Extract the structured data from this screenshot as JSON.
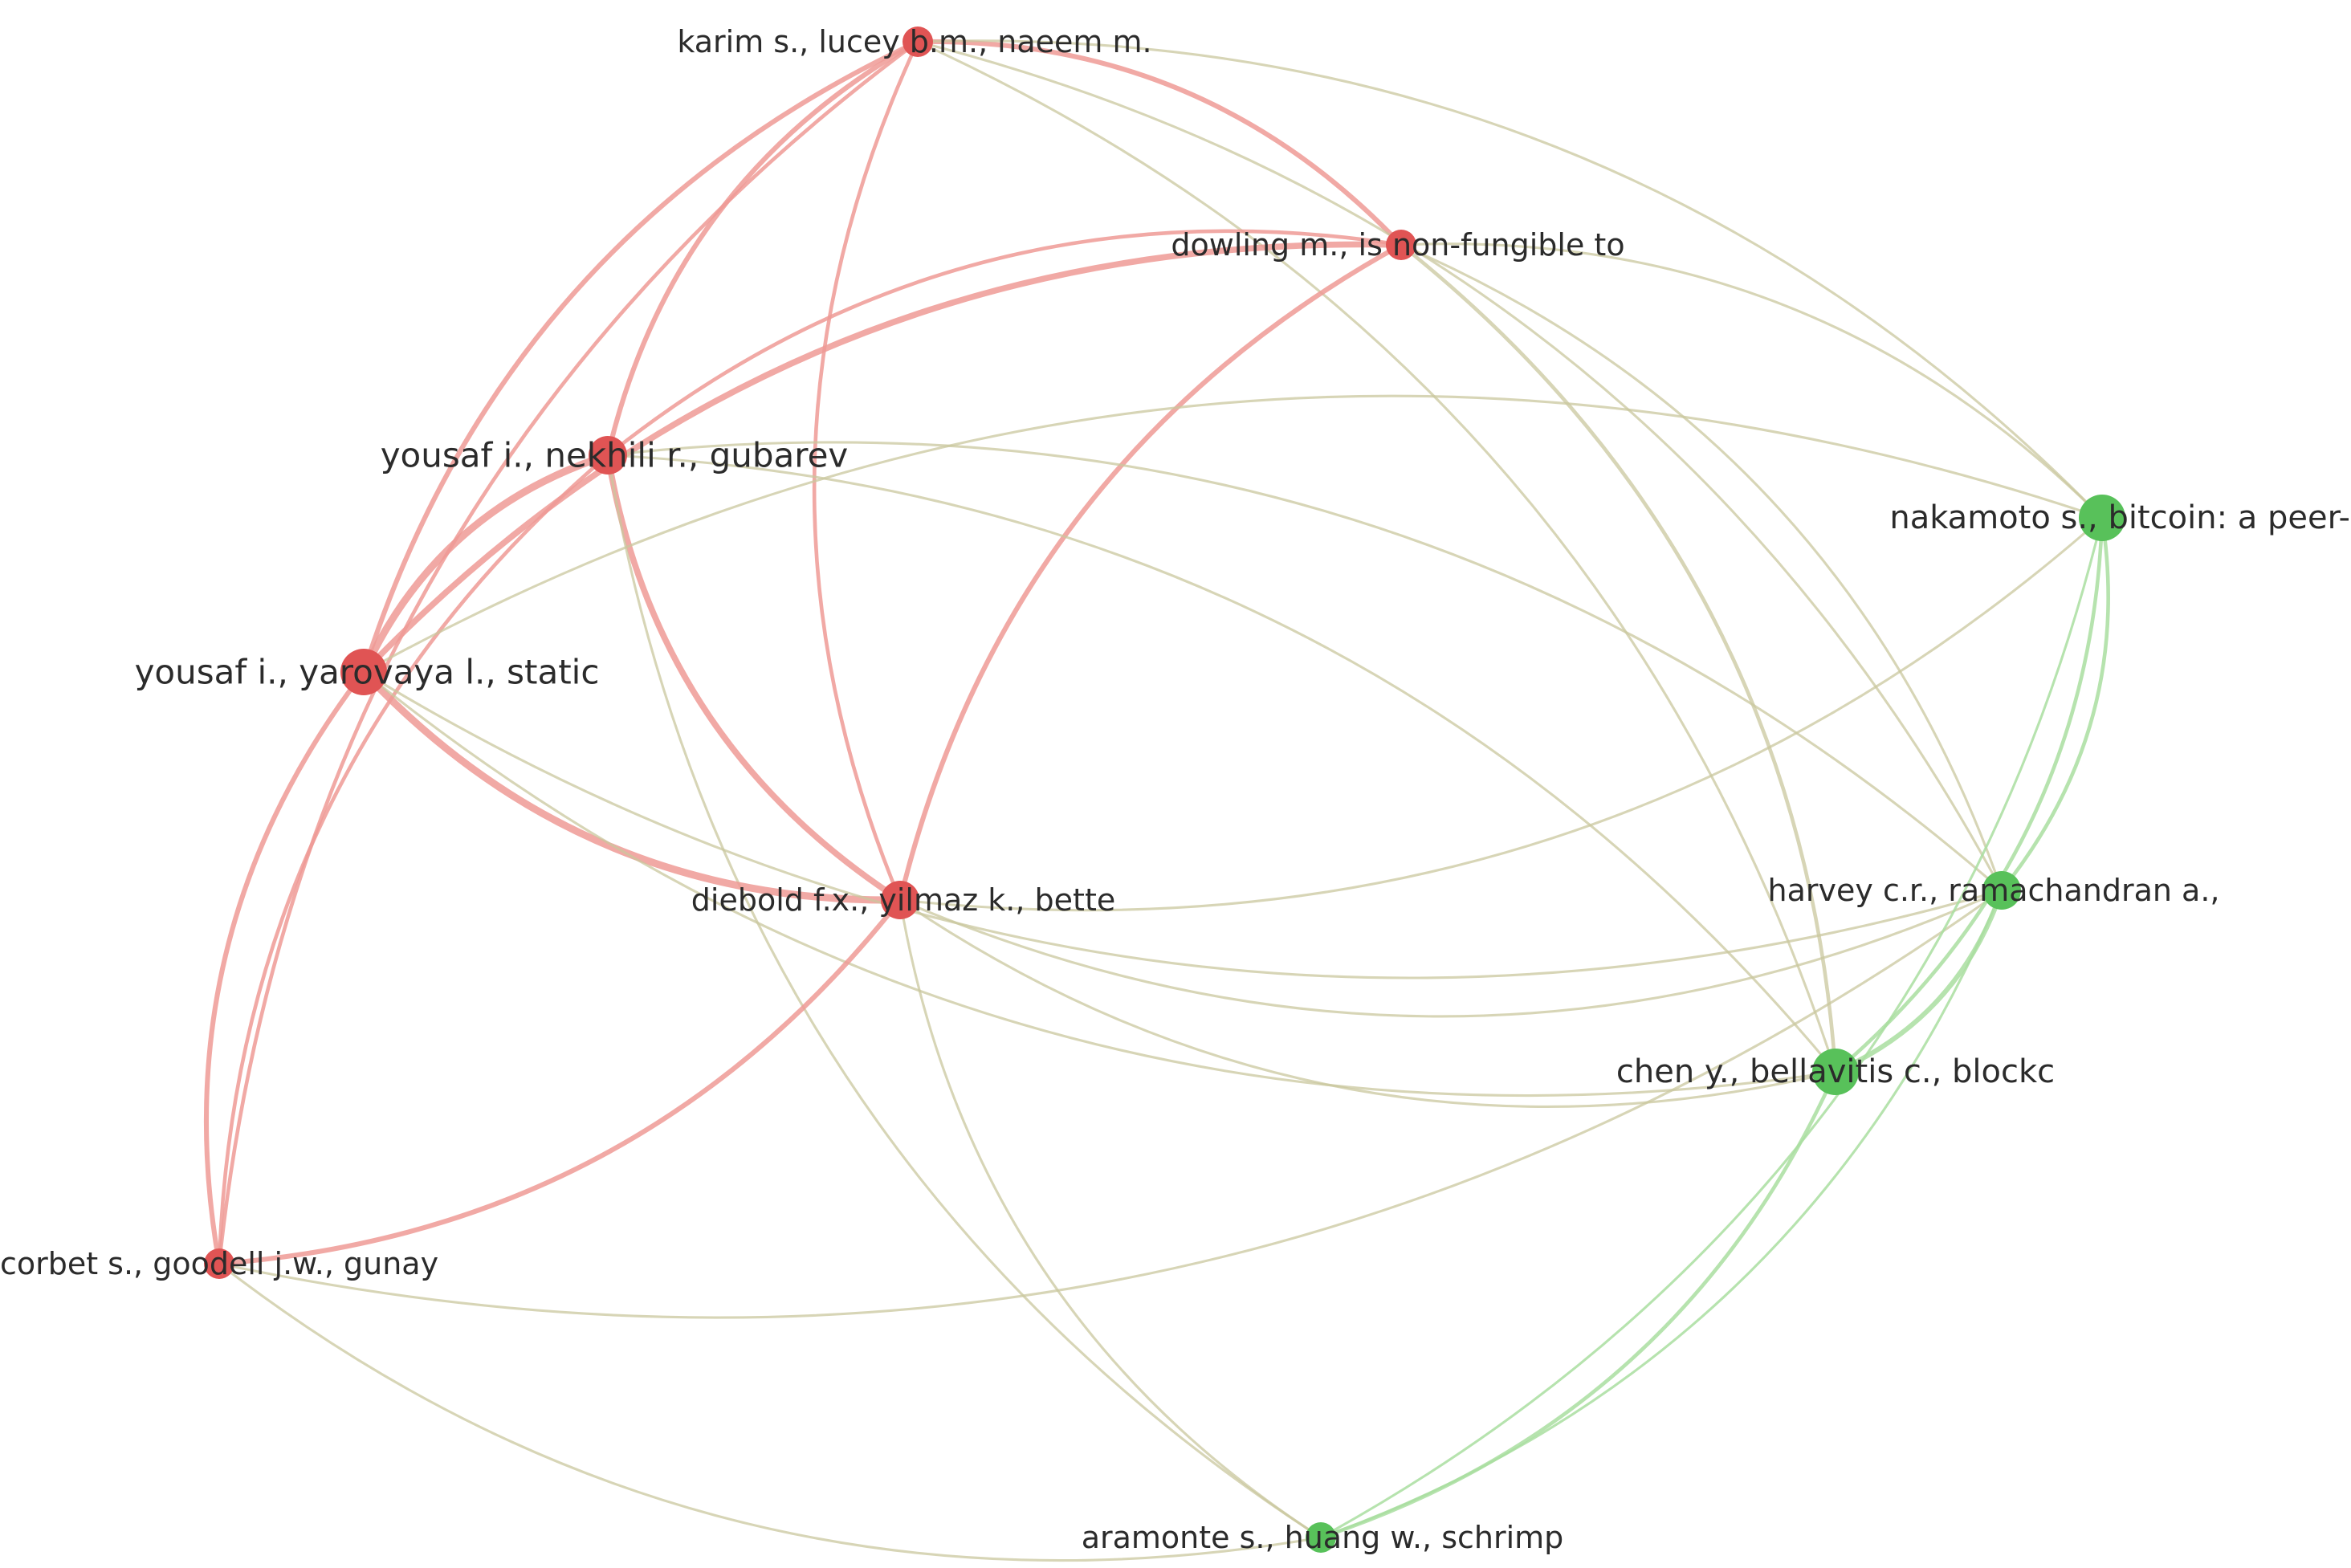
{
  "clusters": {
    "red": "#e05454",
    "green": "#58c15a",
    "red_edge": "#ee9a95",
    "green_edge": "#a9dea0",
    "mixed_edge": "#c9c79e"
  },
  "nodes": [
    {
      "id": "karim",
      "label": "karim s., lucey b.m., naeem m.",
      "cluster": "red",
      "weight": 1
    },
    {
      "id": "dowling",
      "label": "dowling m., is non-fungible to",
      "cluster": "red",
      "weight": 1
    },
    {
      "id": "nekhili",
      "label": "yousaf i., nekhili r., gubarev",
      "cluster": "red",
      "weight": 2
    },
    {
      "id": "yarovaya",
      "label": "yousaf i., yarovaya l., static",
      "cluster": "red",
      "weight": 3
    },
    {
      "id": "diebold",
      "label": "diebold f.x., yilmaz k., bette",
      "cluster": "red",
      "weight": 2
    },
    {
      "id": "corbet",
      "label": "corbet s., goodell j.w., gunay",
      "cluster": "red",
      "weight": 1
    },
    {
      "id": "nakamoto",
      "label": "nakamoto s., bitcoin: a peer-t",
      "cluster": "green",
      "weight": 3
    },
    {
      "id": "harvey",
      "label": "harvey c.r., ramachandran a.,",
      "cluster": "green",
      "weight": 2
    },
    {
      "id": "chen",
      "label": "chen y., bellavitis c., blockc",
      "cluster": "green",
      "weight": 3
    },
    {
      "id": "aramonte",
      "label": "aramonte s., huang w., schrimp",
      "cluster": "green",
      "weight": 1
    }
  ],
  "links": [
    {
      "source": "karim",
      "target": "nekhili",
      "strength": 3
    },
    {
      "source": "karim",
      "target": "yarovaya",
      "strength": 3
    },
    {
      "source": "karim",
      "target": "dowling",
      "strength": 3
    },
    {
      "source": "karim",
      "target": "diebold",
      "strength": 2
    },
    {
      "source": "karim",
      "target": "corbet",
      "strength": 2
    },
    {
      "source": "karim",
      "target": "nakamoto",
      "strength": 1
    },
    {
      "source": "karim",
      "target": "harvey",
      "strength": 1
    },
    {
      "source": "karim",
      "target": "chen",
      "strength": 1
    },
    {
      "source": "dowling",
      "target": "nekhili",
      "strength": 2
    },
    {
      "source": "dowling",
      "target": "yarovaya",
      "strength": 4
    },
    {
      "source": "dowling",
      "target": "diebold",
      "strength": 3
    },
    {
      "source": "dowling",
      "target": "nakamoto",
      "strength": 1
    },
    {
      "source": "dowling",
      "target": "harvey",
      "strength": 1
    },
    {
      "source": "dowling",
      "target": "chen",
      "strength": 2
    },
    {
      "source": "nekhili",
      "target": "yarovaya",
      "strength": 5
    },
    {
      "source": "nekhili",
      "target": "diebold",
      "strength": 4
    },
    {
      "source": "nekhili",
      "target": "corbet",
      "strength": 2
    },
    {
      "source": "nekhili",
      "target": "harvey",
      "strength": 1
    },
    {
      "source": "nekhili",
      "target": "chen",
      "strength": 1
    },
    {
      "source": "nekhili",
      "target": "aramonte",
      "strength": 1
    },
    {
      "source": "yarovaya",
      "target": "diebold",
      "strength": 5
    },
    {
      "source": "yarovaya",
      "target": "corbet",
      "strength": 3
    },
    {
      "source": "yarovaya",
      "target": "nakamoto",
      "strength": 1
    },
    {
      "source": "yarovaya",
      "target": "harvey",
      "strength": 1
    },
    {
      "source": "yarovaya",
      "target": "chen",
      "strength": 1
    },
    {
      "source": "diebold",
      "target": "corbet",
      "strength": 3
    },
    {
      "source": "diebold",
      "target": "nakamoto",
      "strength": 1
    },
    {
      "source": "diebold",
      "target": "harvey",
      "strength": 1
    },
    {
      "source": "diebold",
      "target": "chen",
      "strength": 1
    },
    {
      "source": "diebold",
      "target": "aramonte",
      "strength": 1
    },
    {
      "source": "corbet",
      "target": "harvey",
      "strength": 1
    },
    {
      "source": "corbet",
      "target": "aramonte",
      "strength": 1
    },
    {
      "source": "nakamoto",
      "target": "harvey",
      "strength": 2
    },
    {
      "source": "nakamoto",
      "target": "chen",
      "strength": 2
    },
    {
      "source": "nakamoto",
      "target": "aramonte",
      "strength": 1
    },
    {
      "source": "harvey",
      "target": "chen",
      "strength": 3
    },
    {
      "source": "harvey",
      "target": "aramonte",
      "strength": 1
    },
    {
      "source": "chen",
      "target": "aramonte",
      "strength": 2
    }
  ]
}
